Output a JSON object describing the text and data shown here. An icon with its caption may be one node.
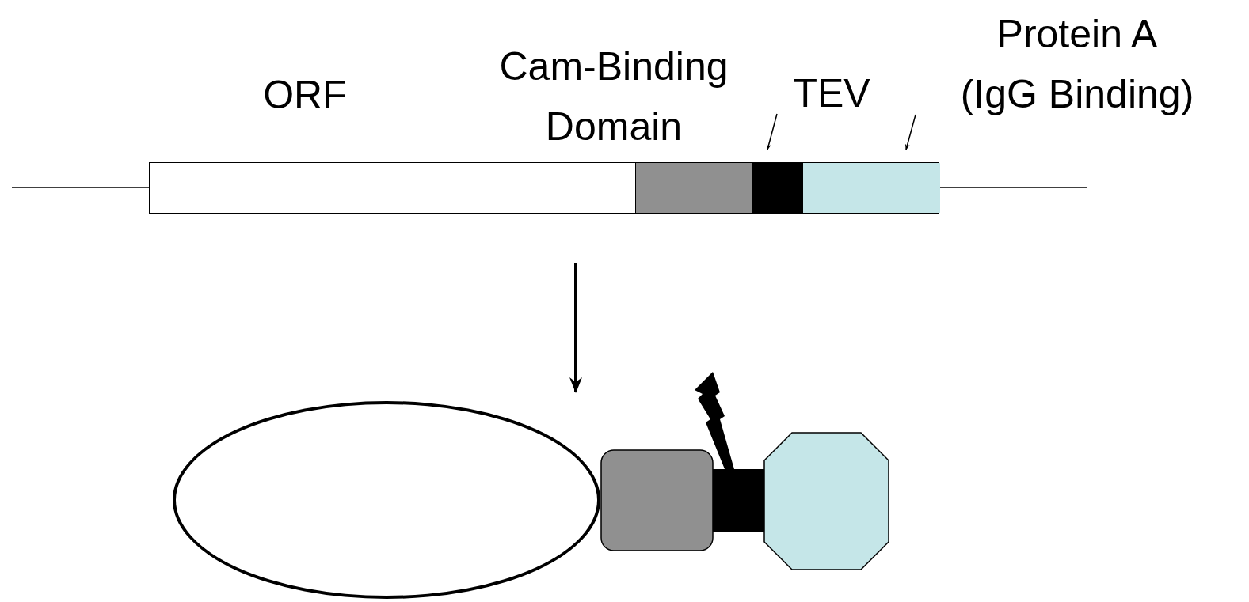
{
  "diagram": {
    "nodes": [
      {
        "text": [
          "TEV"
        ]
      },
      {
        "text": [
          "Protein A (IgG Binding)"
        ]
      },
      {
        "text": [],
        "shape": "bar"
      },
      {
        "text": [],
        "shape": "box",
        "in": 2
      },
      {
        "text": [],
        "shape": "box",
        "in": 2
      },
      {
        "text": [],
        "shape": "box",
        "in": 2
      },
      {
        "text": [],
        "shape": "ellipse"
      }
    ],
    "edges": [
      {
        "from": 0,
        "to": 4,
        "arrow": "to"
      },
      {
        "from": 1,
        "to": 5,
        "arrow": "to"
      },
      {
        "from": 2,
        "to": 6,
        "arrow": "to",
        "style": "thick"
      }
    ],
    "labels": [
      "ORF",
      "Cam-Binding Domain"
    ]
  }
}
